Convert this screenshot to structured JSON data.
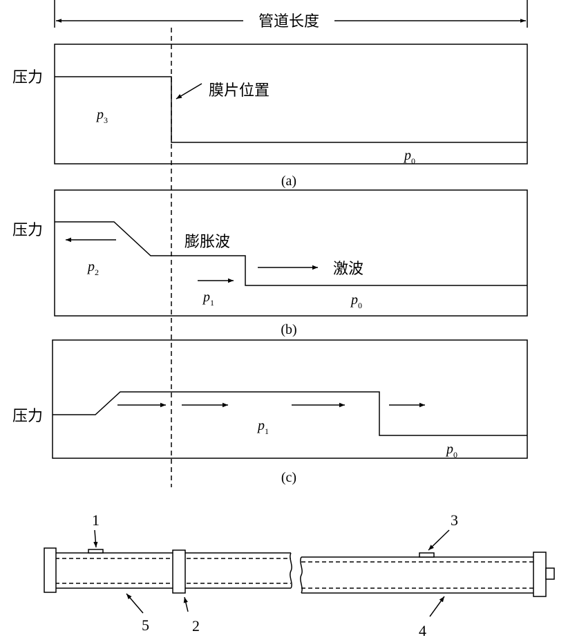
{
  "header": {
    "length_label": "管道长度"
  },
  "panel_a": {
    "pressure_label": "压力",
    "diaphragm_label": "膜片位置",
    "p_high": {
      "symbol": "p",
      "sub": "3"
    },
    "p_low": {
      "symbol": "p",
      "sub": "0"
    },
    "caption": "(a)"
  },
  "panel_b": {
    "pressure_label": "压力",
    "expansion_label": "膨胀波",
    "shock_label": "激波",
    "p2": {
      "symbol": "p",
      "sub": "2"
    },
    "p1": {
      "symbol": "p",
      "sub": "1"
    },
    "p0": {
      "symbol": "p",
      "sub": "0"
    },
    "caption": "(b)"
  },
  "panel_c": {
    "pressure_label": "压力",
    "p1": {
      "symbol": "p",
      "sub": "1"
    },
    "p0": {
      "symbol": "p",
      "sub": "0"
    },
    "caption": "(c)"
  },
  "tube": {
    "labels": [
      "1",
      "2",
      "3",
      "4",
      "5"
    ]
  }
}
